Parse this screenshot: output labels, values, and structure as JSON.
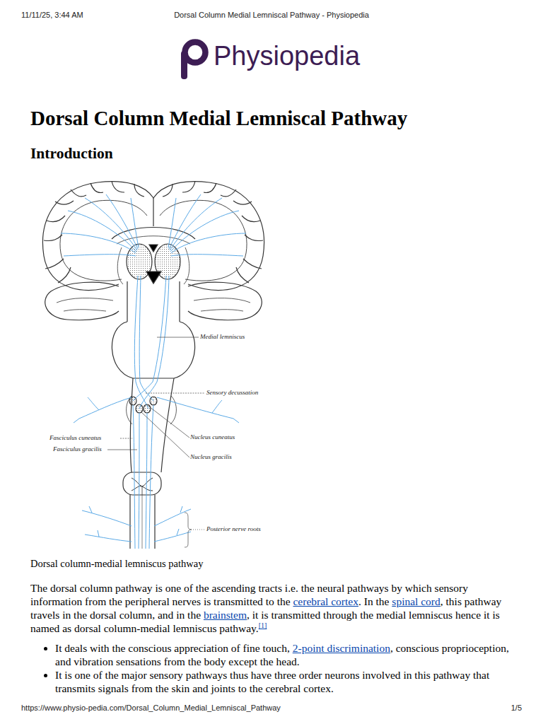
{
  "diagram": {
    "title": "Dorsal Column Medial Lemniscal Pathway",
    "caption": "Dorsal column-medial lemniscus pathway",
    "labels": [
      "11/11/25, 3:44 AM",
      "Dorsal Column Medial Lemniscal Pathway - Physiopedia",
      "Physiopedia",
      "Introduction",
      "Medial lemniscus",
      "Sensory decussation",
      "Fasciculus cuneatus",
      "Fasciculus gracilis",
      "Nucleus cuneatus",
      "Nucleus gracilis",
      "Posterior nerve roots",
      "The dorsal column pathway is one of the ascending tracts i.e. the neural pathways by which sensory information from the peripheral nerves is transmitted to the",
      "cerebral cortex",
      ". In the",
      "spinal cord",
      ", this pathway travels in the dorsal column, and in the",
      "brainstem",
      ", it is transmitted through the medial lemniscus hence it is named as dorsal column-medial lemniscus pathway.",
      "[1]",
      "It deals with the conscious appreciation of fine touch,",
      "2-point discrimination",
      ", conscious proprioception, and vibration sensations from the body except the head.",
      "It is one of the major sensory pathways thus have three order neurons involved in this pathway that transmits signals from the skin and joints to the cerebral cortex.",
      "https://www.physio-pedia.com/Dorsal_Column_Medial_Lemniscal_Pathway",
      "1/5"
    ]
  }
}
